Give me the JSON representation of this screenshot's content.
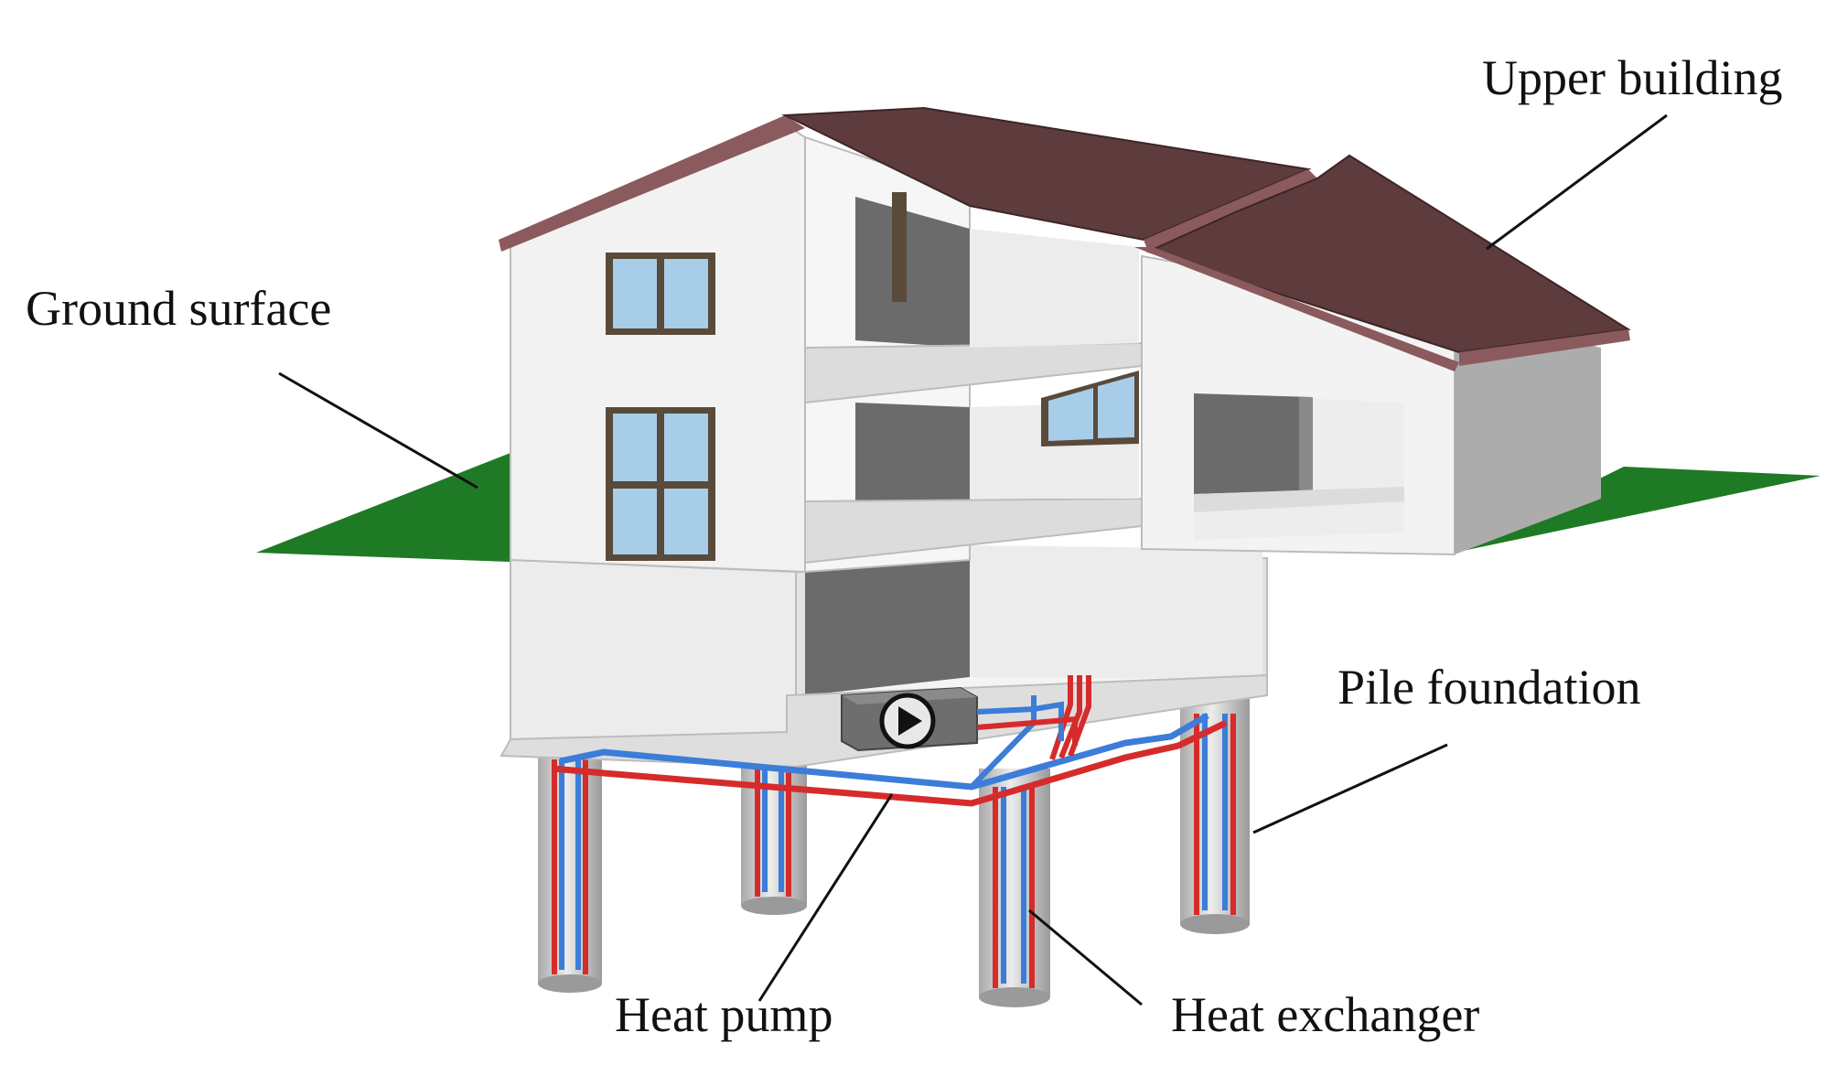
{
  "labels": {
    "upper_building": "Upper building",
    "ground_surface": "Ground surface",
    "pile_foundation": "Pile foundation",
    "heat_pump": "Heat pump",
    "heat_exchanger": "Heat exchanger"
  },
  "colors": {
    "roof": "#5e3b3c",
    "roof_edge": "#8a5a5c",
    "wall": "#efefef",
    "wall_shade": "#d9d9d9",
    "interior_dark": "#6b6b6b",
    "ground": "#1f7a25",
    "window_glass": "#a8cde8",
    "window_frame": "#5a4a3a",
    "pile": "#cfcfcf",
    "pipe_supply": "#d62b2b",
    "pipe_return": "#3b7dd8",
    "pump_body": "#6e6e6e"
  }
}
